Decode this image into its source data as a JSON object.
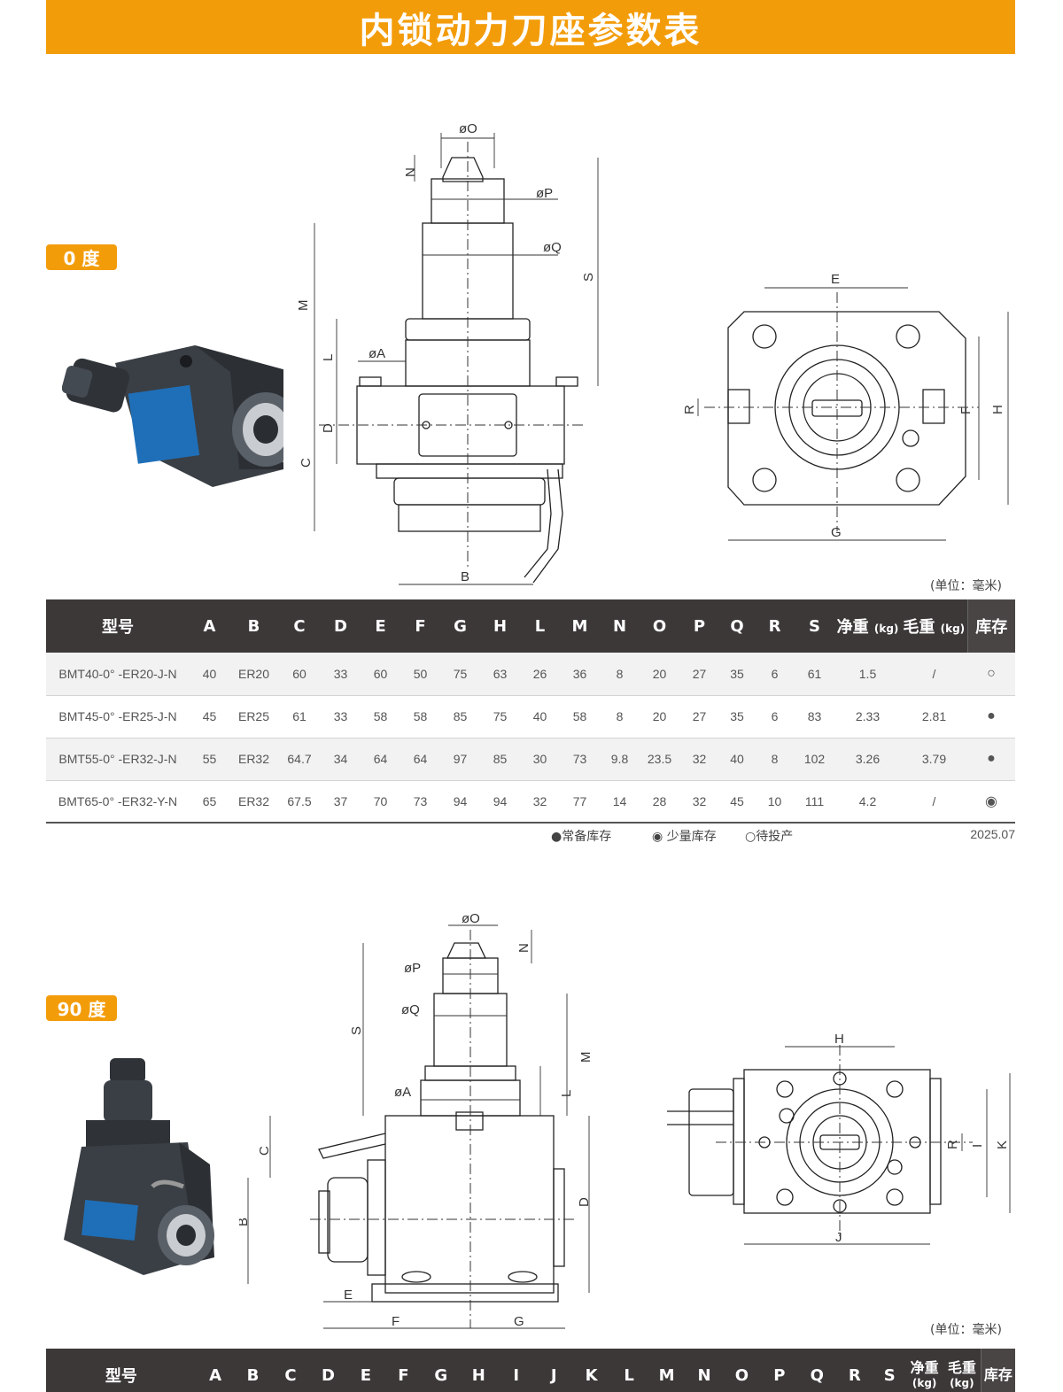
{
  "title": "内锁动力刀座参数表",
  "section0": {
    "badge": "0 度",
    "unit_note": "(单位：毫米)",
    "dims": {
      "o": "øO",
      "p": "øP",
      "q": "øQ",
      "a": "øA",
      "n": "N",
      "s": "S",
      "m": "M",
      "l": "L",
      "d": "D",
      "c": "C",
      "b": "B",
      "e": "E",
      "f": "F",
      "g": "G",
      "h": "H",
      "r": "R"
    },
    "table": {
      "headers": [
        "型号",
        "A",
        "B",
        "C",
        "D",
        "E",
        "F",
        "G",
        "H",
        "L",
        "M",
        "N",
        "O",
        "P",
        "Q",
        "R",
        "S"
      ],
      "net_weight": "净重",
      "gross_weight": "毛重",
      "kg": "(kg)",
      "stock": "库存",
      "rows": [
        [
          "BMT40-0° -ER20-J-N",
          "40",
          "ER20",
          "60",
          "33",
          "60",
          "50",
          "75",
          "63",
          "26",
          "36",
          "8",
          "20",
          "27",
          "35",
          "6",
          "61",
          "1.5",
          "/",
          "○"
        ],
        [
          "BMT45-0° -ER25-J-N",
          "45",
          "ER25",
          "61",
          "33",
          "58",
          "58",
          "85",
          "75",
          "40",
          "58",
          "8",
          "20",
          "27",
          "35",
          "6",
          "83",
          "2.33",
          "2.81",
          "●"
        ],
        [
          "BMT55-0° -ER32-J-N",
          "55",
          "ER32",
          "64.7",
          "34",
          "64",
          "64",
          "97",
          "85",
          "30",
          "73",
          "9.8",
          "23.5",
          "32",
          "40",
          "8",
          "102",
          "3.26",
          "3.79",
          "●"
        ],
        [
          "BMT65-0° -ER32-Y-N",
          "65",
          "ER32",
          "67.5",
          "37",
          "70",
          "73",
          "94",
          "94",
          "32",
          "77",
          "14",
          "28",
          "32",
          "45",
          "10",
          "111",
          "4.2",
          "/",
          "◉"
        ]
      ]
    },
    "legend": {
      "regular": "●常备库存",
      "low": "◉ 少量库存",
      "pending": "○待投产"
    },
    "date": "2025.07"
  },
  "section90": {
    "badge": "90 度",
    "unit_note": "(单位：毫米)",
    "dims": {
      "o": "øO",
      "p": "øP",
      "q": "øQ",
      "a": "øA",
      "n": "N",
      "s": "S",
      "m": "M",
      "l": "L",
      "c": "C",
      "b": "B",
      "d": "D",
      "e": "E",
      "f": "F",
      "g": "G",
      "h": "H",
      "i": "I",
      "j": "J",
      "k": "K",
      "r": "R"
    },
    "table": {
      "headers": [
        "型号",
        "A",
        "B",
        "C",
        "D",
        "E",
        "F",
        "G",
        "H",
        "I",
        "J",
        "K",
        "L",
        "M",
        "N",
        "O",
        "P",
        "Q",
        "R",
        "S"
      ],
      "net_weight": "净重",
      "gross_weight": "毛重",
      "kg": "(kg)",
      "stock": "库存"
    }
  },
  "colors": {
    "accent": "#f39c0a",
    "header_bg": "#3d3838",
    "tool_body": "#3a3f45",
    "tool_label": "#1f6fb8"
  }
}
